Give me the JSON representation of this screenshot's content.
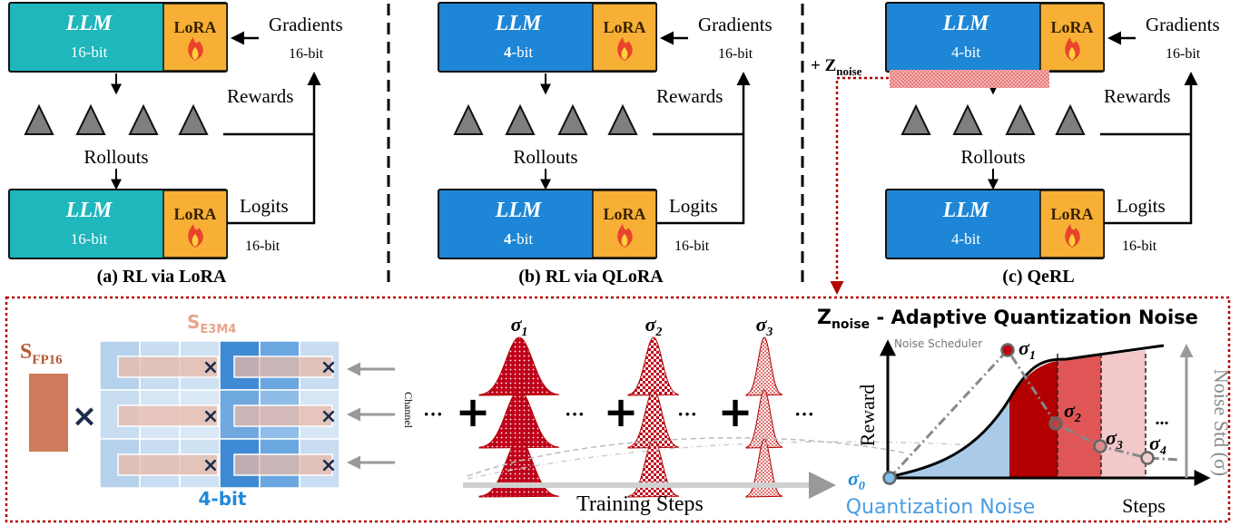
{
  "panels": [
    {
      "caption": "(a) RL via LoRA",
      "model_label": "LLM",
      "precision": "16-bit",
      "lora_label": "LoRA",
      "gradients_label": "Gradients",
      "gradients_precision": "16-bit",
      "rewards_label": "Rewards",
      "rollouts_label": "Rollouts",
      "logits_label": "Logits",
      "logits_precision": "16-bit"
    },
    {
      "caption": "(b) RL via QLoRA",
      "model_label": "LLM",
      "precision_number": "4",
      "precision_suffix": "-bit",
      "lora_label": "LoRA",
      "gradients_label": "Gradients",
      "gradients_precision": "16-bit",
      "rewards_label": "Rewards",
      "rollouts_label": "Rollouts",
      "logits_label": "Logits",
      "logits_precision": "16-bit"
    },
    {
      "caption": "(c) QeRL",
      "model_label": "LLM",
      "precision": "4-bit",
      "lora_label": "LoRA",
      "gradients_label": "Gradients",
      "gradients_precision": "16-bit",
      "rewards_label": "Rewards",
      "rollouts_label": "Rollouts",
      "logits_label": "Logits",
      "logits_precision": "16-bit",
      "noise_prefix": "+ Z",
      "noise_sub": "noise"
    }
  ],
  "bottom": {
    "scale_fp16_main": "S",
    "scale_fp16_sub": "FP16",
    "scale_e3m4_main": "S",
    "scale_e3m4_sub": "E3M4",
    "bit_label": "4-bit",
    "channel_label": "Channel",
    "sigma_labels": [
      {
        "main": "σ",
        "sub": "1"
      },
      {
        "main": "σ",
        "sub": "2"
      },
      {
        "main": "σ",
        "sub": "3"
      }
    ],
    "ellipsis": "···",
    "plus": "+",
    "times": "×",
    "training_steps": "Training Steps"
  },
  "chart": {
    "title_main": "Z",
    "title_sub": "noise",
    "title_rest": " - Adaptive Quantization Noise",
    "scheduler_label": "Noise Scheduler",
    "y_label": "Reward",
    "x_label": "Steps",
    "right_label": "Noise Std (σ)",
    "quant_noise_label": "Quantization Noise",
    "sigma0": {
      "main": "σ",
      "sub": "0"
    },
    "sigma_points": [
      {
        "main": "σ",
        "sub": "1"
      },
      {
        "main": "σ",
        "sub": "2"
      },
      {
        "main": "σ",
        "sub": "3"
      },
      {
        "main": "σ",
        "sub": "4"
      }
    ],
    "dots": "..."
  },
  "colors": {
    "teal": "#1fb6bc",
    "blue": "#1e86d6",
    "lora": "#f7b035",
    "dark_red": "#b30000",
    "mid_red": "#e05656",
    "light_red": "#f3c8c8",
    "light_blue": "#a9cbe9",
    "scale_fp16": "#cf7a5a",
    "scale_e3m4_text": "#e9a58b",
    "bit_blue": "#1f8ad8",
    "border_red": "#b30000"
  }
}
